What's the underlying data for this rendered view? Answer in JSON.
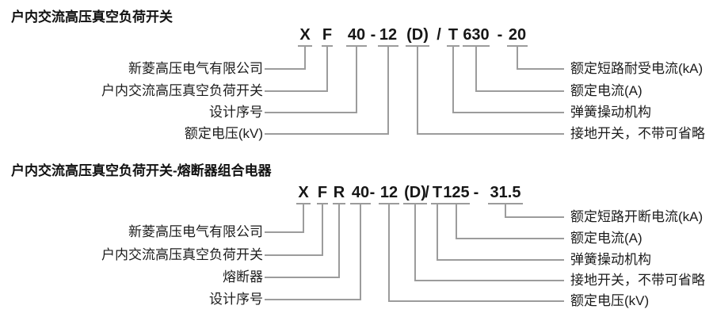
{
  "figure": {
    "colors": {
      "background": "#ffffff",
      "line": "#9c9c9c",
      "text": "#1c1c1c"
    },
    "d1": {
      "title": "户内交流高压真空负荷开关",
      "model": [
        "X",
        "F",
        "40",
        "-",
        "12",
        "(D)",
        "/",
        "T",
        "630",
        "-",
        "20"
      ],
      "left_labels": [
        "新菱高压电气有限公司",
        "户内交流高压真空负荷开关",
        "设计序号",
        "额定电压(kV)"
      ],
      "right_labels": [
        "额定短路耐受电流(kA)",
        "额定电流(A)",
        "弹簧操动机构",
        "接地开关，不带可省略"
      ],
      "connections": [
        {
          "segment": "X",
          "meaning": "新菱高压电气有限公司"
        },
        {
          "segment": "F",
          "meaning": "户内交流高压真空负荷开关"
        },
        {
          "segment": "40",
          "meaning": "设计序号"
        },
        {
          "segment": "12",
          "meaning": "额定电压(kV)"
        },
        {
          "segment": "(D)",
          "meaning": "接地开关，不带可省略"
        },
        {
          "segment": "T",
          "meaning": "弹簧操动机构"
        },
        {
          "segment": "630",
          "meaning": "额定电流(A)"
        },
        {
          "segment": "20",
          "meaning": "额定短路耐受电流(kA)"
        }
      ]
    },
    "d2": {
      "title": "户内交流高压真空负荷开关-熔断器组合电器",
      "model": [
        "X",
        "F",
        "R",
        "40",
        "-",
        "12",
        "(D)",
        "/",
        "T",
        "125",
        "-",
        "31.5"
      ],
      "left_labels": [
        "新菱高压电气有限公司",
        "户内交流高压真空负荷开关",
        "熔断器",
        "设计序号"
      ],
      "right_labels": [
        "额定短路开断电流(kA)",
        "额定电流(A)",
        "弹簧操动机构",
        "接地开关，不带可省略",
        "额定电压(kV)"
      ],
      "connections": [
        {
          "segment": "X",
          "meaning": "新菱高压电气有限公司"
        },
        {
          "segment": "F",
          "meaning": "户内交流高压真空负荷开关"
        },
        {
          "segment": "R",
          "meaning": "熔断器"
        },
        {
          "segment": "40",
          "meaning": "设计序号"
        },
        {
          "segment": "12",
          "meaning": "额定电压(kV)"
        },
        {
          "segment": "(D)",
          "meaning": "接地开关，不带可省略"
        },
        {
          "segment": "T",
          "meaning": "弹簧操动机构"
        },
        {
          "segment": "125",
          "meaning": "额定电流(A)"
        },
        {
          "segment": "31.5",
          "meaning": "额定短路开断电流(kA)"
        }
      ]
    }
  }
}
